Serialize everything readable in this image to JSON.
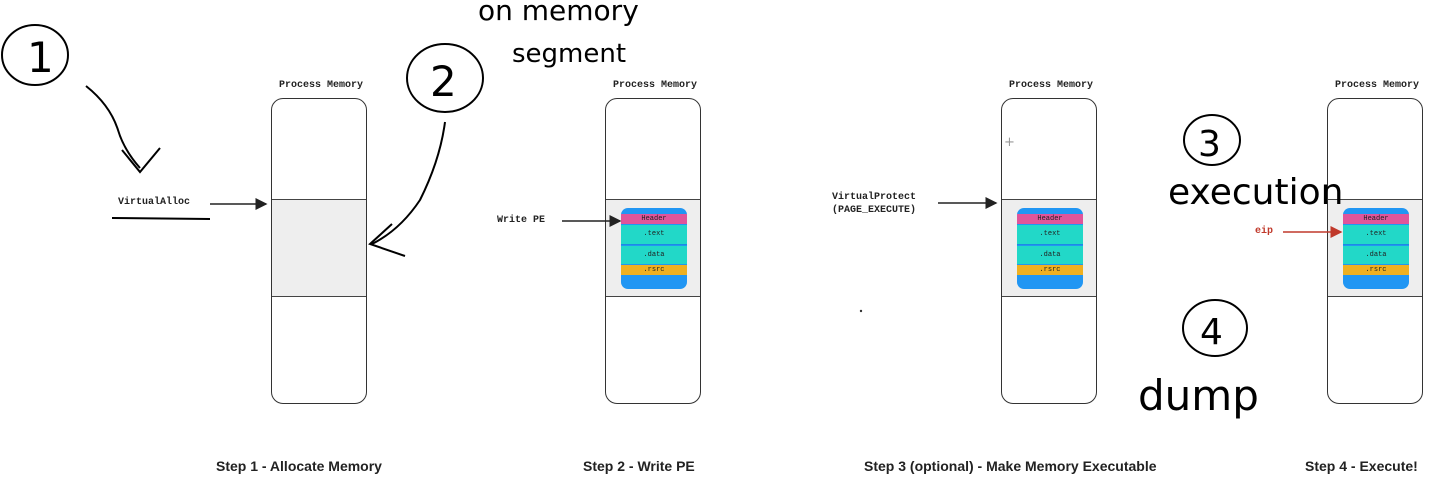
{
  "panels": [
    {
      "title": "Process Memory",
      "caption": "Step 1 - Allocate Memory",
      "show_pe": false
    },
    {
      "title": "Process Memory",
      "caption": "Step 2 - Write PE",
      "show_pe": true
    },
    {
      "title": "Process Memory",
      "caption": "Step 3 (optional) - Make Memory Executable",
      "show_pe": true
    },
    {
      "title": "Process Memory",
      "caption": "Step 4 - Execute!",
      "show_pe": true
    }
  ],
  "pe_sections": {
    "header": "Header",
    "text": ".text",
    "data": ".data",
    "rsrc": ".rsrc"
  },
  "labels": {
    "virtual_alloc": "VirtualAlloc",
    "write_pe": "Write PE",
    "virtual_protect_line1": "VirtualProtect",
    "virtual_protect_line2": "(PAGE_EXECUTE)",
    "eip": "eip"
  },
  "annotations": {
    "num1": "1",
    "num2": "2",
    "num3": "3",
    "num4": "4",
    "note_memory": "on memory",
    "note_segment": "segment",
    "note_execution": "execution",
    "note_dump": "dump"
  },
  "colors": {
    "header": "#e0559a",
    "text": "#22d8c8",
    "data": "#22d8c8",
    "rsrc": "#f0b020",
    "pe_bg": "#2196f3",
    "eip": "#c0392b"
  }
}
